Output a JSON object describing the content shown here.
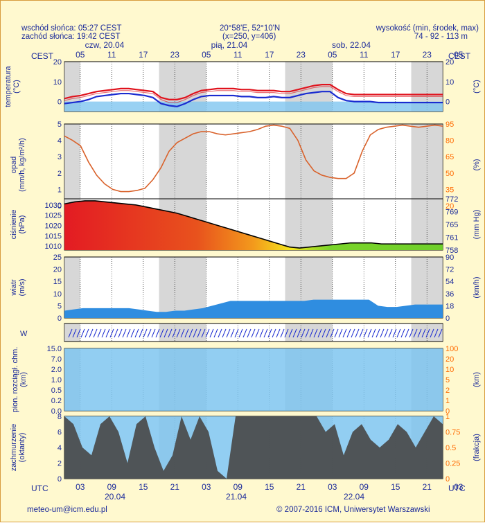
{
  "header": {
    "sunrise": "wschód słońca: 05:27 CEST",
    "sunset": "zachód słońca: 19:42 CEST",
    "coords": "20°58'E, 52°10'N",
    "grid": "(x=250, y=406)",
    "elev_label": "wysokość (min, środek, max)",
    "elev_values": "74 - 92 - 113 m"
  },
  "footer": {
    "email": "meteo-um@icm.edu.pl",
    "copyright": "© 2007-2016 ICM, Uniwersytet Warszawski"
  },
  "colors": {
    "text": "#1b2a9a",
    "accent_orange": "#ff6a00",
    "temperature_line": "#e0121c",
    "dewpoint_line": "#1a2bd0",
    "sky_band": "#7fc6f0",
    "night_shade": "#c6c6c6",
    "cloud_dark": "#4a4a4a"
  },
  "chart_data": {
    "type": "meteogram",
    "time_axis": {
      "cest_label": "CEST",
      "utc_label": "UTC",
      "day_labels_top": [
        "czw, 20.04",
        "pią, 21.04",
        "sob, 22.04"
      ],
      "day_labels_bottom": [
        "20.04",
        "21.04",
        "22.04"
      ],
      "cest_hours": [
        "05",
        "11",
        "17",
        "23",
        "05",
        "11",
        "17",
        "23",
        "05",
        "11",
        "17",
        "23",
        "05"
      ],
      "utc_hours": [
        "03",
        "09",
        "15",
        "21",
        "03",
        "09",
        "15",
        "21",
        "03",
        "09",
        "15",
        "21",
        "03"
      ],
      "night_hours_utc": [
        [
          0,
          3
        ],
        [
          18,
          27
        ],
        [
          42,
          51
        ],
        [
          66,
          72
        ]
      ],
      "hours_total": 72
    },
    "panels": [
      {
        "name": "temperature",
        "ylabel": "temperatura\n(°C)",
        "ylabel_right": "(°C)",
        "ylim": [
          -5,
          20
        ],
        "yticks": [
          0,
          10,
          20
        ],
        "yticks_right": [
          0,
          10,
          20
        ],
        "series": [
          {
            "name": "max",
            "values": [
              1.5,
              2.5,
              3,
              4,
              5,
              5.5,
              6,
              6.5,
              6.5,
              6,
              5.5,
              5,
              2,
              1,
              1,
              2,
              4,
              5.5,
              6,
              6.5,
              6.5,
              6.5,
              6,
              6,
              5.5,
              5.5,
              5.5,
              5,
              5,
              6,
              7,
              8,
              8.5,
              8.5,
              6,
              4,
              3.5,
              3.5,
              3.5,
              3.5,
              3.5,
              3.5,
              3.5,
              3.5,
              3.5,
              3.5,
              3.5,
              3.5
            ]
          },
          {
            "name": "mean",
            "values": [
              0.5,
              1.5,
              2,
              3,
              4,
              4.5,
              5,
              5.5,
              5.5,
              5,
              4.5,
              4,
              1,
              -0.5,
              -0.5,
              1,
              3,
              4.5,
              5,
              5.5,
              5.5,
              5.5,
              5,
              5,
              4.5,
              4.5,
              4.5,
              4,
              4,
              5,
              6,
              7,
              7.5,
              7.5,
              5,
              3,
              2.5,
              2.5,
              2.5,
              2.5,
              2.5,
              2.5,
              2.5,
              2.5,
              2.5,
              2.5,
              2.5,
              2.5
            ]
          },
          {
            "name": "min",
            "values": [
              -1,
              -0.5,
              0,
              1,
              2.5,
              3,
              3.5,
              4,
              4,
              3.5,
              3,
              2,
              -1,
              -2,
              -2.5,
              -1,
              1,
              2.5,
              3,
              3,
              3,
              3,
              2.5,
              2.5,
              2,
              2,
              2.5,
              2,
              2,
              3,
              4,
              4.5,
              5,
              5,
              2,
              0.5,
              0,
              0,
              0,
              -0.5,
              -0.5,
              -0.5,
              -0.5,
              -0.5,
              -0.5,
              -0.5,
              -0.5,
              -0.5
            ]
          }
        ]
      },
      {
        "name": "precipitation",
        "ylabel": "opad\n(mm/h, kg/m²/h)",
        "ylabel_right": "(%)",
        "ylim": [
          0,
          5
        ],
        "yticks": [
          0,
          1,
          2,
          3,
          4,
          5
        ],
        "yticks_right": [
          20,
          35,
          50,
          65,
          80,
          95
        ],
        "humidity_percent": [
          84,
          80,
          75,
          60,
          48,
          40,
          35,
          33,
          33,
          34,
          36,
          44,
          55,
          70,
          78,
          82,
          86,
          88,
          88,
          86,
          85,
          86,
          87,
          88,
          90,
          93,
          94,
          93,
          91,
          80,
          62,
          52,
          48,
          46,
          45,
          45,
          50,
          70,
          85,
          90,
          92,
          93,
          94,
          93,
          92,
          93,
          94,
          93
        ]
      },
      {
        "name": "pressure",
        "ylabel": "ciśnienie\n(hPa)",
        "ylabel_right": "(mm Hg)",
        "ylim": [
          1008,
          1033
        ],
        "yticks": [
          1010,
          1015,
          1020,
          1025,
          1030
        ],
        "yticks_right": [
          758,
          761,
          765,
          769,
          772
        ],
        "values": [
          1030.5,
          1031.5,
          1032,
          1032,
          1031.5,
          1031,
          1030.5,
          1030,
          1029,
          1028,
          1027,
          1026,
          1024.5,
          1023,
          1021.5,
          1020,
          1018.5,
          1017,
          1015.5,
          1014,
          1012.5,
          1011,
          1009.5,
          1009,
          1009.5,
          1010,
          1010.5,
          1011,
          1011.5,
          1011.5,
          1011.5,
          1011,
          1011,
          1011,
          1011,
          1011,
          1011,
          1011
        ]
      },
      {
        "name": "wind",
        "ylabel": "wiatr\n(m/s)",
        "ylabel_right": "(km/h)",
        "ylim": [
          0,
          25
        ],
        "yticks": [
          0,
          5,
          10,
          15,
          20,
          25
        ],
        "yticks_right": [
          0,
          18,
          36,
          54,
          72,
          90
        ],
        "speed": [
          3,
          3.5,
          4,
          4,
          4,
          4,
          4,
          4,
          3.5,
          3,
          2.5,
          2.5,
          3,
          3,
          3.5,
          4,
          5,
          6,
          7,
          7,
          7,
          7,
          7,
          7,
          7,
          7,
          7,
          7.5,
          7.5,
          7.5,
          7.5,
          7.5,
          7.5,
          7.5,
          5,
          4.5,
          4.5,
          5,
          5.5,
          5.5,
          5.5,
          5.5
        ]
      },
      {
        "name": "wind_direction",
        "ylabel": "W N E S"
      },
      {
        "name": "visibility",
        "ylabel": "pion. rozciągł. chm.\n(km)",
        "ylabel_right": "(km)",
        "yticks": [
          "0.0",
          "0.2",
          "0.5",
          "1.0",
          "2.0",
          "7.0",
          "15.0"
        ],
        "yticks_right": [
          "0",
          "1",
          "2",
          "5",
          "10",
          "20",
          "100"
        ]
      },
      {
        "name": "cloud_cover",
        "ylabel": "zachmurzenie\n(oktanty)",
        "ylabel_right": "(frakcja)",
        "ylim": [
          0,
          8
        ],
        "yticks": [
          0,
          2,
          4,
          6,
          8
        ],
        "yticks_right": [
          "0",
          "0.25",
          "0.5",
          "0.75",
          "1"
        ],
        "values": [
          8,
          7,
          4,
          3,
          7,
          8,
          6,
          2,
          7,
          8,
          4,
          1,
          3,
          8,
          5,
          8,
          6,
          1,
          0,
          8,
          8,
          8,
          8,
          8,
          8,
          8,
          8,
          8,
          8,
          6,
          7,
          3,
          6,
          7,
          5,
          4,
          5,
          7,
          6,
          4,
          6,
          8,
          7
        ]
      }
    ]
  }
}
